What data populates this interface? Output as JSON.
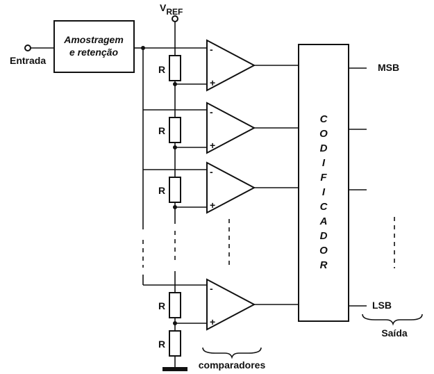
{
  "labels": {
    "vref": "V",
    "vref_sub": "REF",
    "input": "Entrada",
    "sample_hold_line1": "Amostragem",
    "sample_hold_line2": "e retenção",
    "encoder": "CODIFICADOR",
    "resistor": "R",
    "minus": "-",
    "plus": "+",
    "msb": "MSB",
    "lsb": "LSB",
    "output": "Saída",
    "comparators": "comparadores"
  },
  "counts": {
    "comparators_shown": 4,
    "resistors_shown": 5,
    "output_lines_shown": 4
  }
}
